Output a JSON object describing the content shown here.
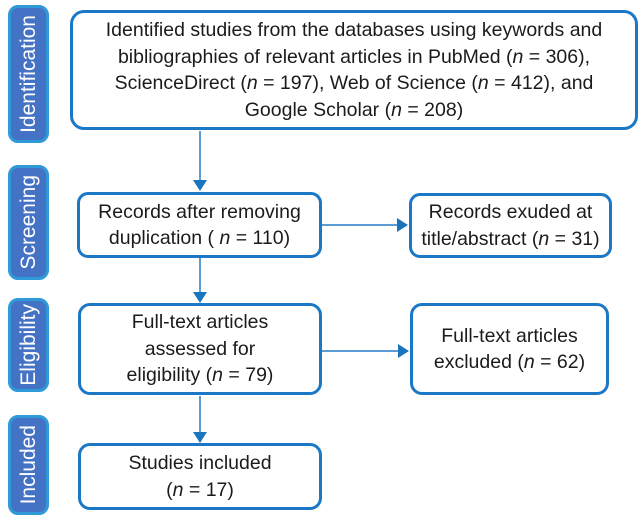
{
  "colors": {
    "background": "#FFFFFF",
    "box_border": "#1B78C6",
    "sidebar_fill": "#4472C4",
    "sidebar_border": "#2E9AD7",
    "arrow_line": "#5B9BD5",
    "arrow_head": "#1B75BC",
    "text": "#1B1B1B"
  },
  "sidebar": {
    "stages": [
      {
        "label": "Identification"
      },
      {
        "label": "Screening"
      },
      {
        "label": "Eligibility"
      },
      {
        "label": "Included"
      }
    ]
  },
  "flowchart": {
    "boxes": [
      {
        "id": "identified-studies",
        "lines": [
          "Identified studies from the databases using keywords and",
          "bibliographies of relevant articles in PubMed (n = 306),",
          "ScienceDirect (n = 197), Web of Science (n = 412), and",
          "Google Scholar (n = 208)"
        ]
      },
      {
        "id": "records-after-deduplication",
        "lines": [
          "Records after removing",
          "duplication ( n = 110)"
        ]
      },
      {
        "id": "records-excluded-title-abstract",
        "lines": [
          "Records exuded at",
          "title/abstract (n = 31)"
        ]
      },
      {
        "id": "fulltext-assessed",
        "lines": [
          "Full-text articles",
          "assessed for",
          "eligibility (n = 79)"
        ]
      },
      {
        "id": "fulltext-excluded",
        "lines": [
          "Full-text articles",
          "excluded (n = 62)"
        ]
      },
      {
        "id": "studies-included",
        "lines": [
          "Studies included",
          "(n = 17)"
        ]
      }
    ]
  }
}
